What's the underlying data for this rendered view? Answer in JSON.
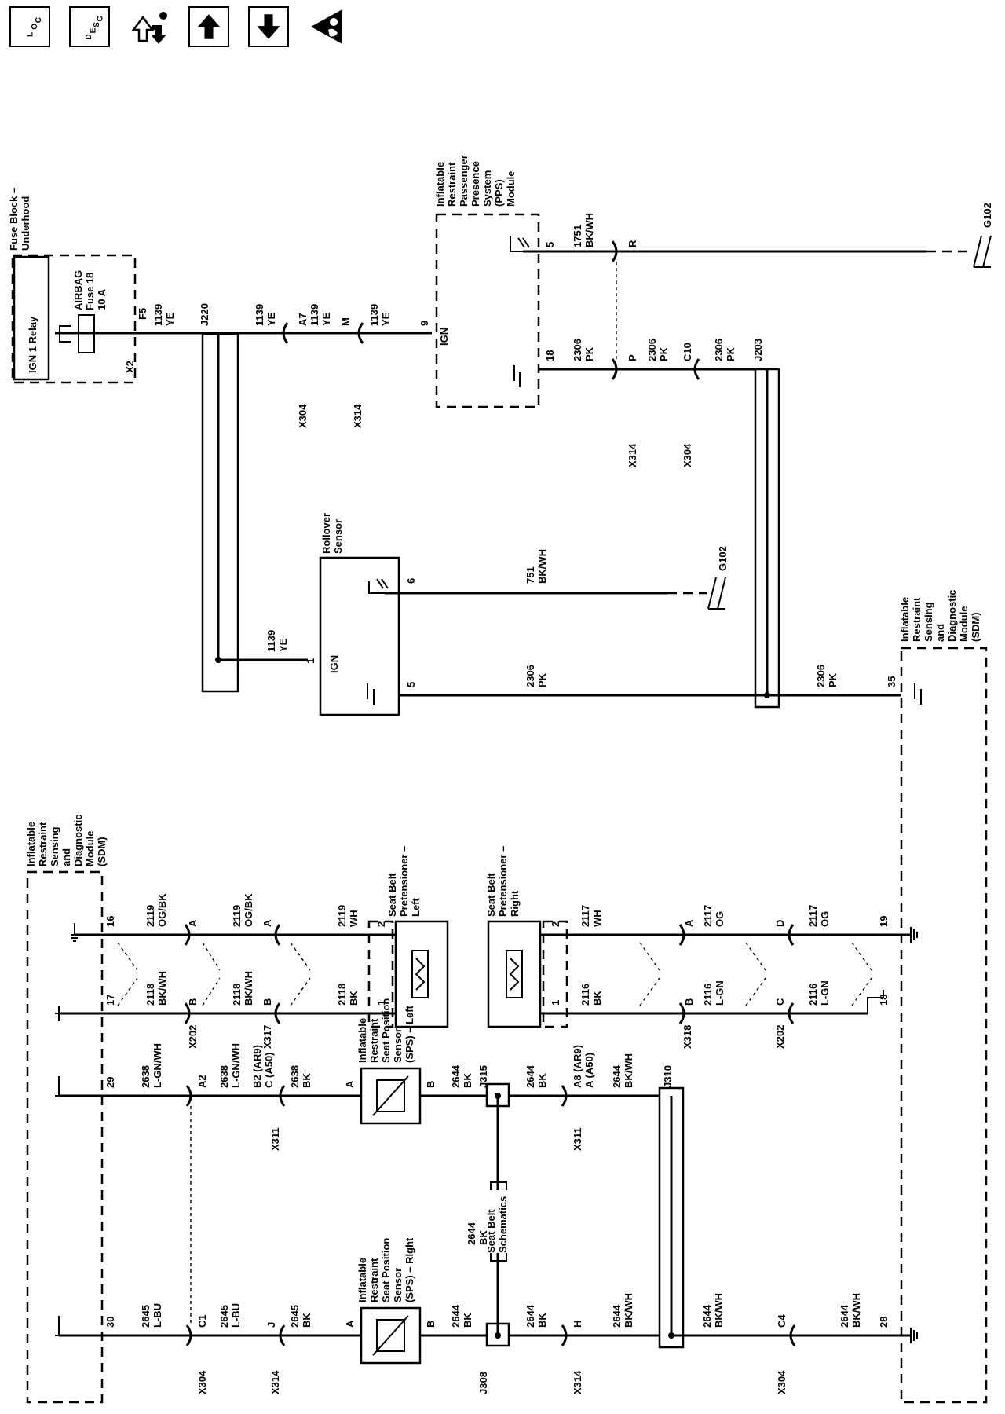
{
  "toolbar": {
    "loc": {
      "l": "L",
      "o": "O",
      "c": "C"
    },
    "desc": {
      "d": "D",
      "e": "E",
      "s": "S",
      "c": "C"
    }
  },
  "schematic": {
    "fuse_block": {
      "title_1": "Fuse Block –",
      "title_2": "Underhood",
      "relay": "IGN 1 Relay",
      "fuse_1": "AIRBAG",
      "fuse_2": "Fuse 18",
      "fuse_3": "10 A",
      "x2": "X2",
      "f5": "F5"
    },
    "ign_wires": {
      "c1139": "1139",
      "ye": "YE",
      "j220": "J220",
      "a7": "A7",
      "x304": "X304",
      "m": "M",
      "x314": "X314",
      "pin9": "9",
      "ign": "IGN"
    },
    "pps": {
      "t1": "Inflatable",
      "t2": "Restraint",
      "t3": "Passenger",
      "t4": "Presence",
      "t5": "System",
      "t6": "(PPS)",
      "t7": "Module",
      "pin5": "5",
      "c1751": "1751",
      "bkwh": "BK/WH",
      "r": "R",
      "g102": "G102",
      "pin18": "18",
      "c2306": "2306",
      "pk": "PK",
      "p": "P",
      "x314": "X314",
      "c10": "C10",
      "x304": "X304",
      "j203": "J203"
    },
    "rollover": {
      "t1": "Rollover",
      "t2": "Sensor",
      "pin6": "6",
      "c751": "751",
      "bkwh": "BK/WH",
      "g102": "G102",
      "pin1": "1",
      "ign": "IGN",
      "pin5": "5",
      "c2306": "2306",
      "pk": "PK",
      "c1139": "1139",
      "ye": "YE"
    },
    "sdm_right": {
      "t1": "Inflatable",
      "t2": "Restraint",
      "t3": "Sensing",
      "t4": "and",
      "t5": "Diagnostic",
      "t6": "Module",
      "t7": "(SDM)",
      "pin35": "35",
      "c2306": "2306",
      "pk": "PK",
      "pin19": "19",
      "pin18": "18",
      "pin28": "28"
    },
    "sdm_left": {
      "t1": "Inflatable",
      "t2": "Restraint",
      "t3": "Sensing",
      "t4": "and",
      "t5": "Diagnostic",
      "t6": "Module",
      "t7": "(SDM)",
      "pin16": "16",
      "pin17": "17",
      "pin29": "29",
      "pin30": "30"
    },
    "pret_left": {
      "t1": "Seat Belt",
      "t2": "Pretensioner –",
      "t3": "Left",
      "c2119": "2119",
      "ogbk": "OG/BK",
      "a": "A",
      "c2118": "2118",
      "bkwh": "BK/WH",
      "b": "B",
      "x202": "X202",
      "x317": "X317",
      "wh": "WH",
      "bk": "BK",
      "pin1": "1",
      "pin2": "2"
    },
    "pret_right": {
      "t1": "Seat Belt",
      "t2": "Pretensioner –",
      "t3": "Right",
      "c2117": "2117",
      "wh": "WH",
      "og": "OG",
      "c2116": "2116",
      "bk": "BK",
      "lgn": "L-GN",
      "a": "A",
      "b": "B",
      "c": "C",
      "d": "D",
      "x318": "X318",
      "x202": "X202",
      "pin1": "1",
      "pin2": "2"
    },
    "sps_left": {
      "t1": "Inflatable",
      "t2": "Restraint",
      "t3": "Seat Position",
      "t4": "Sensor",
      "t5": "(SPS) – Left",
      "c2638": "2638",
      "lgnwh": "L-GN/WH",
      "bk": "BK",
      "a2": "A2",
      "b2": "B2 (AR9)",
      "c_a50": "C (A50)",
      "x311": "X311",
      "a": "A",
      "b": "B",
      "c2644": "2644",
      "bkwh": "BK/WH",
      "j315": "J315",
      "a8": "A8 (AR9)",
      "a_a50": "A (A50)",
      "j310": "J310"
    },
    "sps_right": {
      "t1": "Inflatable",
      "t2": "Restraint",
      "t3": "Seat Position",
      "t4": "Sensor",
      "t5": "(SPS) – Right",
      "c2645": "2645",
      "lbu": "L-BU",
      "bk": "BK",
      "c1": "C1",
      "x304": "X304",
      "j": "J",
      "x314": "X314",
      "a": "A",
      "b": "B",
      "c2644": "2644",
      "bkwh": "BK/WH",
      "j308": "J308",
      "h": "H",
      "c4": "C4"
    },
    "seatbelt_ref": {
      "t1": "Seat Belt",
      "t2": "Schematics"
    }
  }
}
